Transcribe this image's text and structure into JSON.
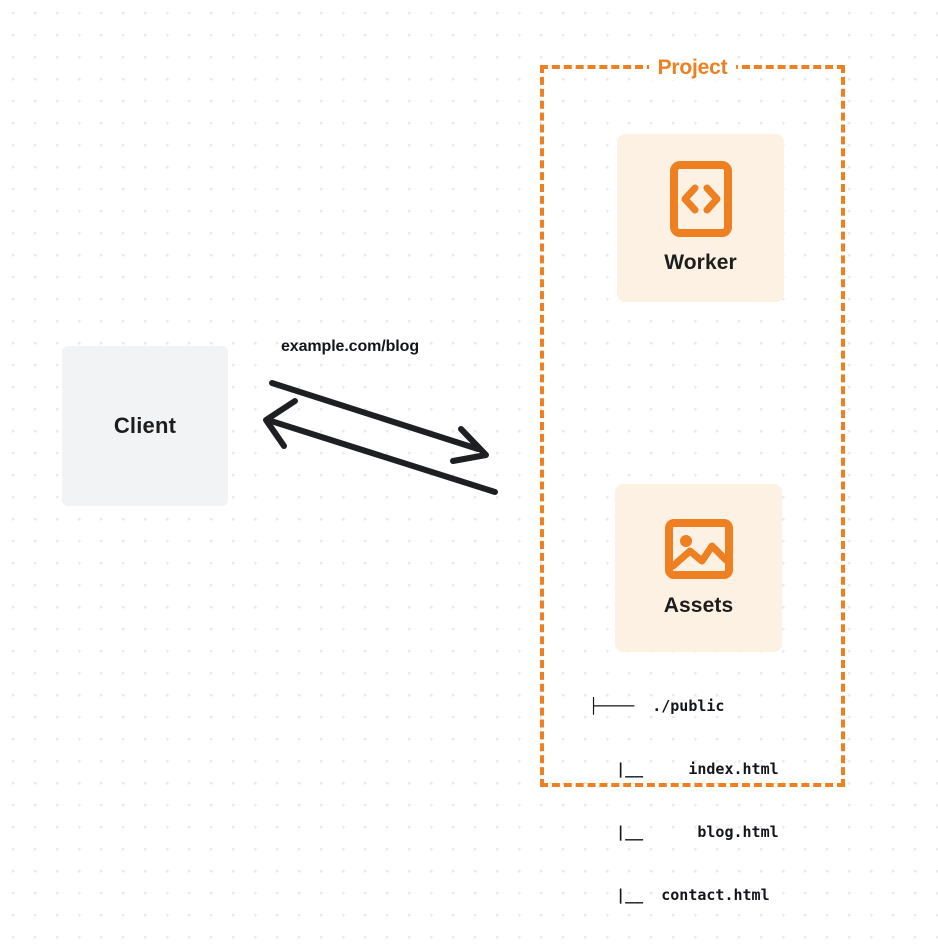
{
  "diagram": {
    "type": "architecture-diagram",
    "background": {
      "style": "dot-grid",
      "dot_color": "#eaeaea",
      "page_color": "#ffffff"
    },
    "colors": {
      "accent_orange": "#ef8022",
      "card_background": "#fdf1e4",
      "client_background": "#f2f3f5",
      "text_dark": "#1d1d1d"
    },
    "client": {
      "label": "Client"
    },
    "connection": {
      "label": "example.com/blog",
      "direction": "bidirectional",
      "request_arrow": "right",
      "response_arrow": "left"
    },
    "project": {
      "title": "Project",
      "services": [
        {
          "label": "Worker",
          "icon": "code-brackets-icon"
        },
        {
          "label": "Assets",
          "icon": "image-icon"
        }
      ],
      "file_tree": [
        "├────  ./public",
        "   |__     index.html",
        "   |__      blog.html",
        "   |__  contact.html"
      ]
    }
  }
}
